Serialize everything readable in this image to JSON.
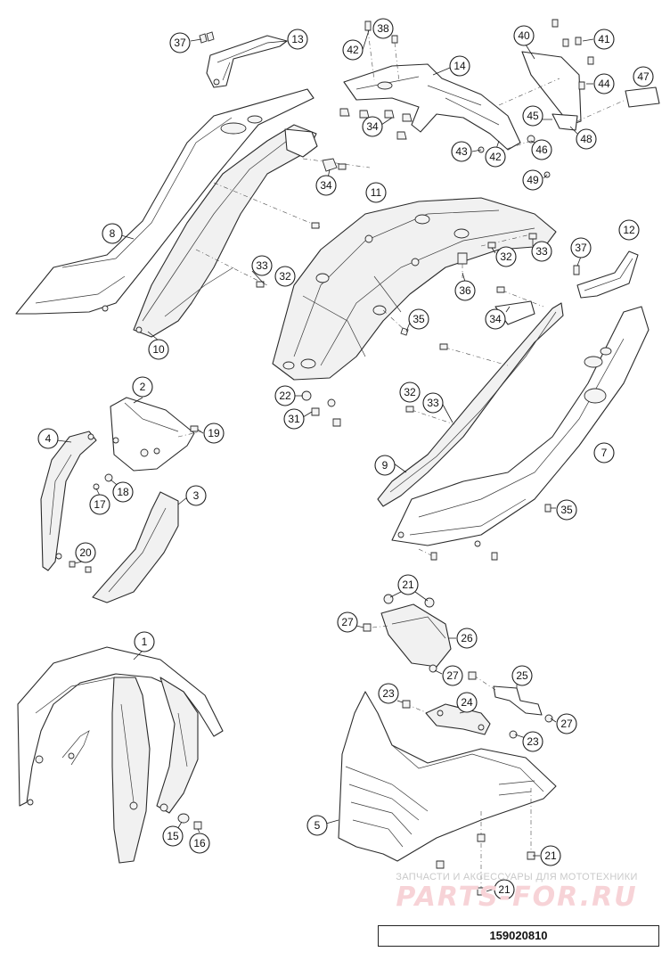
{
  "diagram": {
    "drawing_number": "159020810",
    "watermark": {
      "caption": "ЗАПЧАСТИ И АКСЕССУАРЫ ДЛЯ МОТОТЕХНИКИ",
      "brand": "PARTS-FOR.RU"
    },
    "callouts": [
      "1",
      "2",
      "3",
      "4",
      "5",
      "7",
      "8",
      "9",
      "10",
      "11",
      "12",
      "13",
      "14",
      "15",
      "16",
      "17",
      "18",
      "19",
      "20",
      "21",
      "22",
      "23",
      "24",
      "25",
      "26",
      "27",
      "31",
      "32",
      "33",
      "34",
      "35",
      "36",
      "37",
      "38",
      "40",
      "41",
      "42",
      "43",
      "44",
      "45",
      "46",
      "47",
      "48",
      "49"
    ]
  }
}
